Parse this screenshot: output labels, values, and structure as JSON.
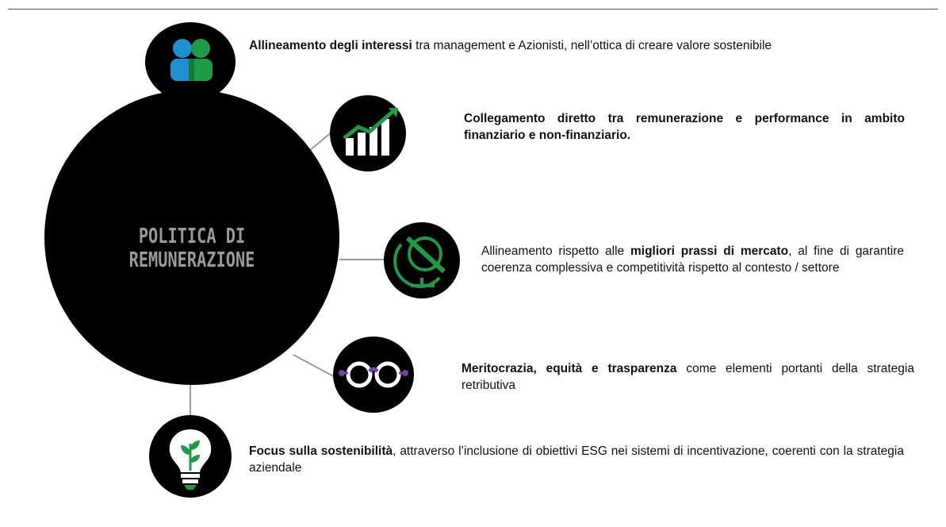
{
  "center": {
    "label": "POLITICA DI REMUNERAZIONE"
  },
  "items": [
    {
      "icon": "people-icon",
      "bold": "Allineamento degli interessi",
      "text": " tra management e Azionisti, nell’ottica di creare valore sostenibile"
    },
    {
      "icon": "growth-chart-icon",
      "bold": "Collegamento diretto tra remunerazione e performance in ambito finanziario e non-finanziario.",
      "text": ""
    },
    {
      "icon": "globe-icon",
      "pre": "Allineamento rispetto alle ",
      "bold": "migliori prassi di mercato",
      "text": ", al fine di garantire coerenza complessiva e competitività rispetto al contesto / settore"
    },
    {
      "icon": "glasses-icon",
      "bold": "Meritocrazia, equità e trasparenza",
      "text": " come elementi portanti della strategia retributiva"
    },
    {
      "icon": "lightbulb-sprout-icon",
      "bold": "Focus sulla sostenibilità",
      "text": ", attraverso l’inclusione di obiettivi ESG nei sistemi di incentivazione, coerenti con la strategia aziendale"
    }
  ],
  "colors": {
    "circle": "#000000",
    "center_label": "#9a9a9a",
    "connector": "#9a9a9a",
    "green": "#1f9a47",
    "blue": "#1f8fd0",
    "purple": "#7a3fa8"
  }
}
